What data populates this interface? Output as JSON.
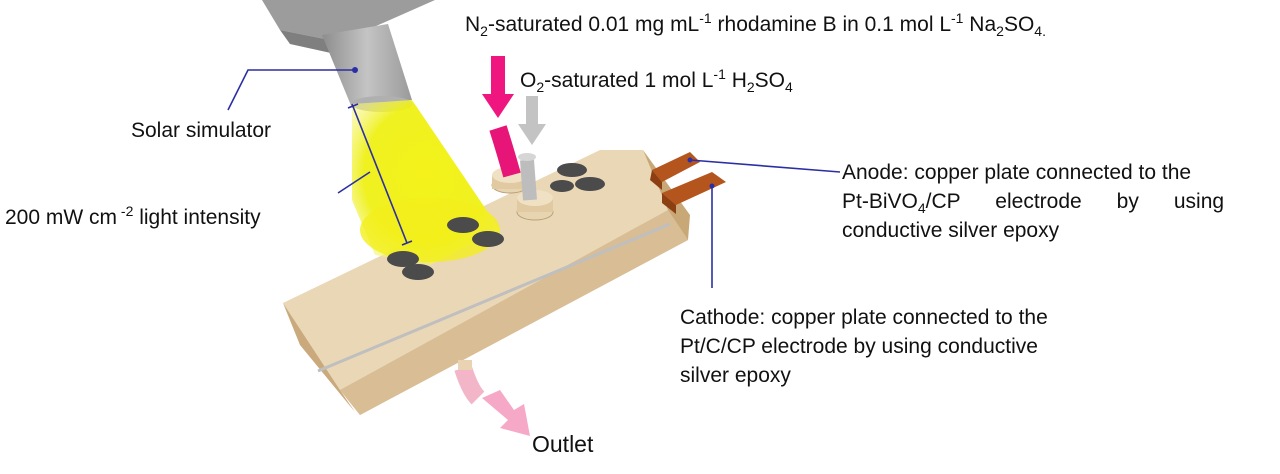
{
  "labels": {
    "n2_feed_pre": "N",
    "n2_feed_sub": "2",
    "n2_feed_mid": "-saturated 0.01 mg mL",
    "n2_feed_sup1": "-1",
    "n2_feed_mid2": " rhodamine B in 0.1 mol L",
    "n2_feed_sup2": "-1",
    "n2_feed_mid3": " Na",
    "n2_feed_sub2": "2",
    "n2_feed_mid4": "SO",
    "n2_feed_sub3": "4.",
    "o2_feed_pre": "O",
    "o2_feed_sub": "2",
    "o2_feed_mid": "-saturated 1 mol L",
    "o2_feed_sup": "-1",
    "o2_feed_mid2": " H",
    "o2_feed_sub2": "2",
    "o2_feed_mid3": "SO",
    "o2_feed_sub3": "4",
    "solar_simulator": "Solar simulator",
    "intensity_pre": "200  mW cm",
    "intensity_sup": " -2",
    "intensity_post": " light intensity",
    "anode_line1": "Anode: copper plate connected to the",
    "anode_line2_pre": "Pt-BiVO",
    "anode_line2_sub": "4",
    "anode_line2_post": "/CP      electrode      by      using",
    "anode_line3": "conductive silver epoxy",
    "cathode_line1": "Cathode: copper plate connected to the",
    "cathode_line2": "Pt/C/CP electrode by using conductive",
    "cathode_line3": "silver epoxy",
    "outlet": "Outlet"
  },
  "colors": {
    "reactor_top": "#ead7b6",
    "reactor_front": "#d9bf98",
    "reactor_side": "#c9ab80",
    "light_cone": "#f2ef1c",
    "lamp_body": "#a9a9a9",
    "copper": "#b5551e",
    "n2_arrow": "#ef177f",
    "o2_arrow": "#c3c3c3",
    "outlet_arrow": "#f6a9c7",
    "leader_line": "#2b2fa3"
  }
}
